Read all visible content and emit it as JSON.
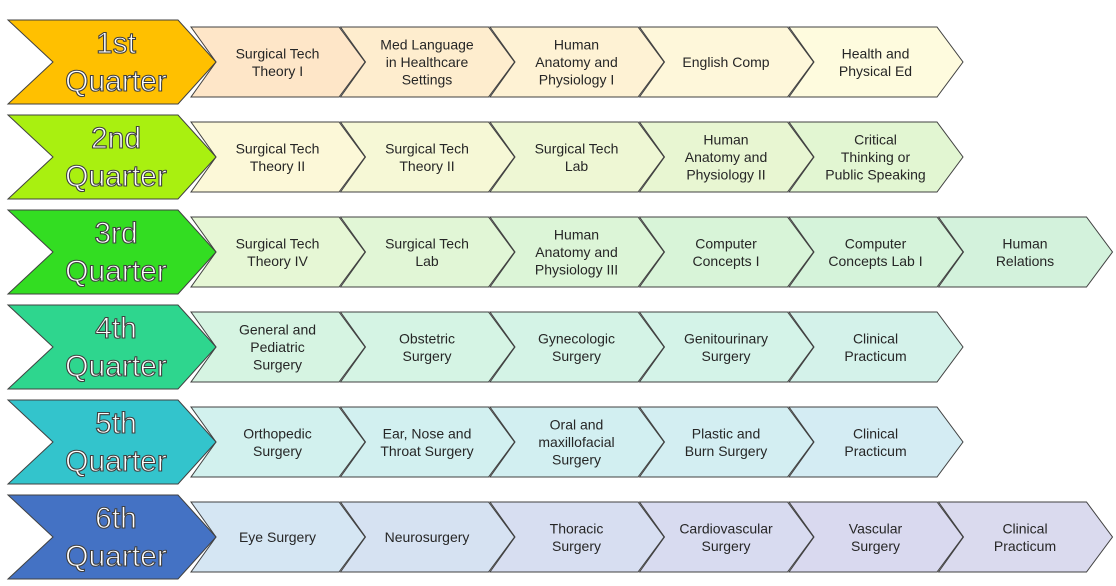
{
  "quarters": [
    {
      "number": "1st",
      "label": "Quarter",
      "color": "#FFC000",
      "courses": [
        "Surgical Tech\nTheory I",
        "Med Language\nin Healthcare\nSettings",
        "Human\nAnatomy and\nPhysiology I",
        "English Comp",
        "Health and\nPhysical Ed"
      ],
      "course_colors": [
        "#FEE6C8",
        "#FEEDCE",
        "#FEF2D4",
        "#FEF7DA",
        "#FEFBDE"
      ]
    },
    {
      "number": "2nd",
      "label": "Quarter",
      "color": "#A9F010",
      "courses": [
        "Surgical Tech\nTheory II",
        "Surgical Tech\nTheory II",
        "Surgical Tech\nLab",
        "Human\nAnatomy and\nPhysiology II",
        "Critical\nThinking or\nPublic Speaking"
      ],
      "course_colors": [
        "#FCF8D8",
        "#F6F8D6",
        "#EEF7D4",
        "#E8F6D2",
        "#E2F6D2"
      ]
    },
    {
      "number": "3rd",
      "label": "Quarter",
      "color": "#33DD22",
      "courses": [
        "Surgical Tech\nTheory IV",
        "Surgical Tech\nLab",
        "Human\nAnatomy and\nPhysiology III",
        "Computer\nConcepts I",
        "Computer\nConcepts Lab I",
        "Human\nRelations"
      ],
      "course_colors": [
        "#E6F7D5",
        "#E1F6D6",
        "#DCF5D7",
        "#D8F4D8",
        "#D5F3DA",
        "#D3F2DC"
      ]
    },
    {
      "number": "4th",
      "label": "Quarter",
      "color": "#2ED68E",
      "courses": [
        "General and\nPediatric\nSurgery",
        "Obstetric\nSurgery",
        "Gynecologic\nSurgery",
        "Genitourinary\nSurgery",
        "Clinical\nPracticum"
      ],
      "course_colors": [
        "#D6F4E2",
        "#D5F4E4",
        "#D4F3E6",
        "#D4F3E8",
        "#D4F2EA"
      ]
    },
    {
      "number": "5th",
      "label": "Quarter",
      "color": "#33C4CC",
      "courses": [
        "Orthopedic\nSurgery",
        "Ear, Nose and\nThroat Surgery",
        "Oral and\nmaxillofacial\nSurgery",
        "Plastic and\nBurn Surgery",
        "Clinical\nPracticum"
      ],
      "course_colors": [
        "#D2F1EE",
        "#D2F0F0",
        "#D2EFF1",
        "#D3EEF2",
        "#D4ECF3"
      ]
    },
    {
      "number": "6th",
      "label": "Quarter",
      "color": "#4472C4",
      "courses": [
        "Eye Surgery",
        "Neurosurgery",
        "Thoracic\nSurgery",
        "Cardiovascular\nSurgery",
        "Vascular\nSurgery",
        "Clinical\nPracticum"
      ],
      "course_colors": [
        "#D5E6F3",
        "#D6E2F2",
        "#D7DEF1",
        "#D8DBF0",
        "#D9D9EF",
        "#DADAEE"
      ]
    }
  ],
  "colors": {
    "outline": "#404040",
    "quarter_text": "#FFFFFF",
    "course_text": "#262626"
  }
}
